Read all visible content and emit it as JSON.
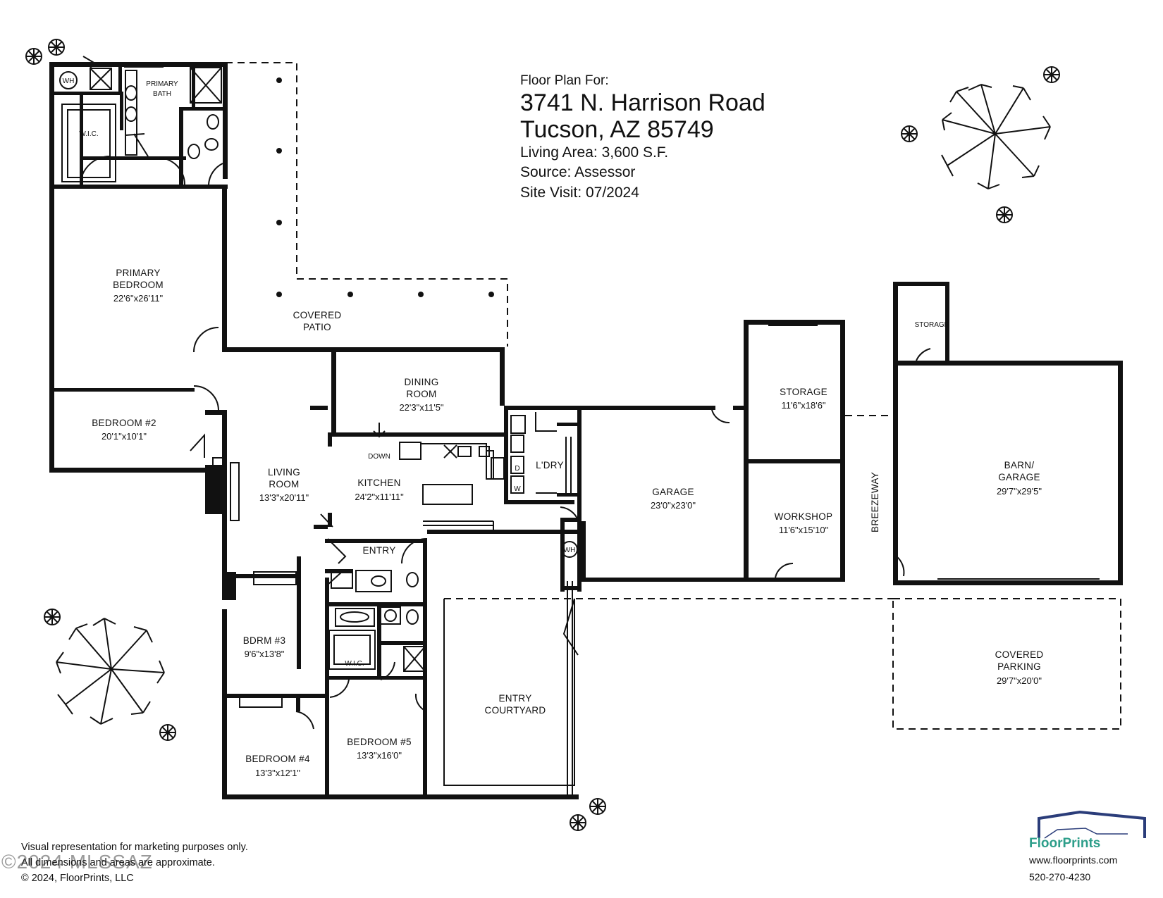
{
  "header": {
    "intro": "Floor Plan For:",
    "address_line1": "3741 N. Harrison Road",
    "address_line2": "Tucson, AZ  85749",
    "living_area": "Living Area:  3,600 S.F.",
    "source": "Source:  Assessor",
    "site_visit": "Site Visit:  07/2024"
  },
  "rooms": {
    "primary_bedroom": {
      "line1": "PRIMARY",
      "line2": "BEDROOM",
      "dims": "22'6\"x26'11\""
    },
    "primary_bath": {
      "line1": "PRIMARY",
      "line2": "BATH"
    },
    "wic_primary": "W.I.C.",
    "wh_primary": "WH",
    "covered_patio": {
      "line1": "COVERED",
      "line2": "PATIO"
    },
    "bedroom2": {
      "name": "BEDROOM #2",
      "dims": "20'1\"x10'1\""
    },
    "dining_room": {
      "line1": "DINING",
      "line2": "ROOM",
      "dims": "22'3\"x11'5\""
    },
    "living_room": {
      "line1": "LIVING",
      "line2": "ROOM",
      "dims": "13'3\"x20'11\""
    },
    "kitchen": {
      "name": "KITCHEN",
      "dims": "24'2\"x11'11\""
    },
    "down": "DOWN",
    "laundry": "L'DRY",
    "washer": "W",
    "dryer": "D",
    "entry": "ENTRY",
    "wh_garage": "WH",
    "garage": {
      "name": "GARAGE",
      "dims": "23'0\"x23'0\""
    },
    "storage_main": {
      "name": "STORAGE",
      "dims": "11'6\"x18'6\""
    },
    "workshop": {
      "name": "WORKSHOP",
      "dims": "11'6\"x15'10\""
    },
    "breezeway": "BREEZEWAY",
    "storage_barn": "STORAGE",
    "barn_garage": {
      "line1": "BARN/",
      "line2": "GARAGE",
      "dims": "29'7\"x29'5\""
    },
    "covered_parking": {
      "line1": "COVERED",
      "line2": "PARKING",
      "dims": "29'7\"x20'0\""
    },
    "bdrm3": {
      "name": "BDRM #3",
      "dims": "9'6\"x13'8\""
    },
    "wic_hall": "W.I.C.",
    "bedroom4": {
      "name": "BEDROOM #4",
      "dims": "13'3\"x12'1\""
    },
    "bedroom5": {
      "name": "BEDROOM #5",
      "dims": "13'3\"x16'0\""
    },
    "entry_courtyard": {
      "line1": "ENTRY",
      "line2": "COURTYARD"
    }
  },
  "footer": {
    "disclaimer1": "Visual representation for marketing purposes only.",
    "disclaimer2": "All dimensions and areas are approximate.",
    "copyright": "© 2024, FloorPrints, LLC",
    "watermark": "©2024 MLSSAZ"
  },
  "brand": {
    "name": "FloorPrints",
    "website": "www.floorprints.com",
    "phone": "520-270-4230",
    "logo_icon": "house-roof-logo-icon"
  },
  "colors": {
    "ink": "#111111",
    "brand_teal": "#2d9e8a",
    "brand_navy": "#2b3d7a"
  }
}
